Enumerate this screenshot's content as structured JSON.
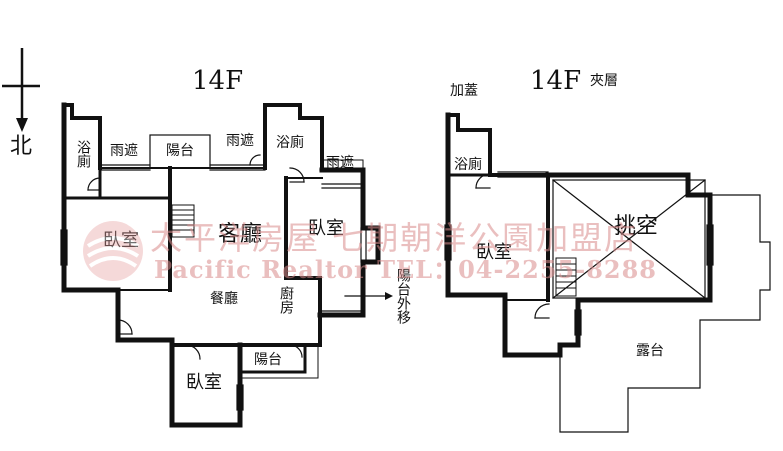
{
  "compass": {
    "north_label": "北"
  },
  "titles": {
    "left": "14F",
    "right_floor": "14F",
    "right_sub": "夾層"
  },
  "left_rooms": {
    "bath": "浴廁",
    "rain1": "雨遮",
    "balcony_top": "陽台",
    "rain2": "雨遮",
    "bath2": "浴廁",
    "rain3": "雨遮",
    "bedroom_w": "臥室",
    "living": "客廳",
    "bedroom_e": "臥室",
    "dining": "餐廳",
    "kitchen": "廚房",
    "balcony_note": "陽台外移",
    "balcony_bottom": "陽台",
    "bedroom_s": "臥室"
  },
  "right_rooms": {
    "add_roof": "加蓋",
    "bath": "浴廁",
    "bedroom": "臥室",
    "void": "挑空",
    "terrace": "露台"
  },
  "watermark": {
    "cn": "太平洋房屋 七期朝洋公園加盟店",
    "en": "Pacific Realtor TEL：04-2255-8288"
  }
}
